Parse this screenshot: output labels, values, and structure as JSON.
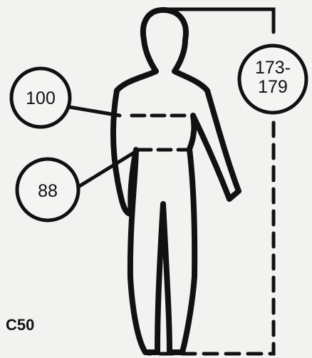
{
  "figure": {
    "size_code": "C50",
    "height_range": {
      "line1": "173-",
      "line2": "179"
    },
    "bust": "100",
    "waist": "88"
  },
  "colors": {
    "ink": "#111111",
    "paper": "#f2f2f0"
  }
}
